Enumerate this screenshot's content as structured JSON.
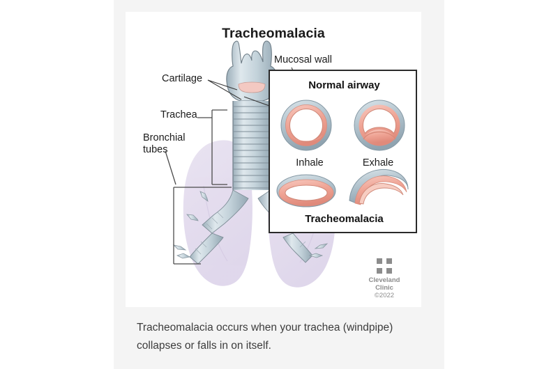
{
  "figure": {
    "title": "Tracheomalacia",
    "caption": "Tracheomalacia occurs when your trachea (windpipe) collapses or falls in on itself."
  },
  "anatomy_labels": {
    "cartilage": "Cartilage",
    "trachea": "Trachea",
    "bronchial_tubes": "Bronchial\ntubes",
    "bronchial_tubes_line1": "Bronchial",
    "bronchial_tubes_line2": "tubes",
    "mucosal_wall": "Mucosal wall"
  },
  "inset": {
    "top_title": "Normal airway",
    "bottom_title": "Tracheomalacia",
    "cross_sections": [
      {
        "id": "normal-inhale",
        "label": "Inhale",
        "state": "open-round"
      },
      {
        "id": "normal-exhale",
        "label": "Exhale",
        "state": "slight-posterior-bulge"
      },
      {
        "id": "malacia-inhale",
        "label": "",
        "state": "flattened-oval"
      },
      {
        "id": "malacia-exhale",
        "label": "",
        "state": "collapsed-crescent"
      }
    ]
  },
  "logo": {
    "name_line1": "Cleveland",
    "name_line2": "Clinic",
    "copyright": "©2022"
  },
  "colors": {
    "cartilage": "#b9c8d0",
    "mucosa": "#f0a698",
    "lung": "#e3dcec",
    "card_bg": "#f4f4f4",
    "plate_bg": "#ffffff",
    "text": "#1b1b1b",
    "caption_text": "#3c3c3c",
    "logo_gray": "#8c8c8c",
    "inset_border": "#2a2a2a"
  }
}
